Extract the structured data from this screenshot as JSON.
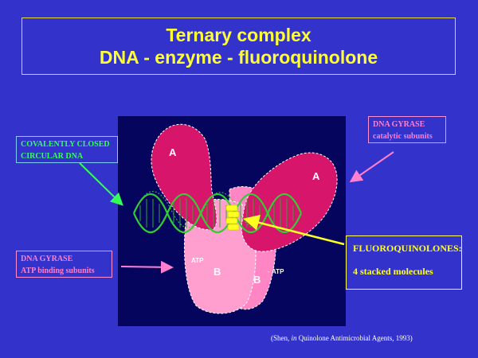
{
  "title": {
    "line1": "Ternary complex",
    "line2": "DNA - enzyme - fluoroquinolone"
  },
  "labels": {
    "dna": {
      "line1": "COVALENTLY CLOSED",
      "line2": "CIRCULAR DNA"
    },
    "gyrase_catalytic": {
      "line1": "DNA GYRASE",
      "line2": "catalytic subunits"
    },
    "gyrase_atp": {
      "line1": "DNA GYRASE",
      "line2": "ATP binding subunits"
    },
    "fluoroquinolones": {
      "line1": "FLUOROQUINOLONES:",
      "line2": "4 stacked molecules"
    }
  },
  "subunits": {
    "a_left": "A",
    "a_right": "A",
    "b_left": "B",
    "b_right": "B",
    "atp_left": "ATP",
    "atp_right": "ATP"
  },
  "citation": {
    "prefix": "(Shen,",
    "in_word": "in",
    "source": "Quinolone Antimicrobial Agents, 1993)"
  },
  "colors": {
    "background": "#3333cc",
    "title_text": "#ffff33",
    "panel": "#05055e",
    "subunit_a": "#d6156b",
    "subunit_b": "#ff85c4",
    "dna_helix": "#33cc33",
    "drug": "#ffff22",
    "arrow_dna": "#33ff55",
    "arrow_gyrase": "#ff7fd0",
    "arrow_drug": "#ffff22"
  }
}
